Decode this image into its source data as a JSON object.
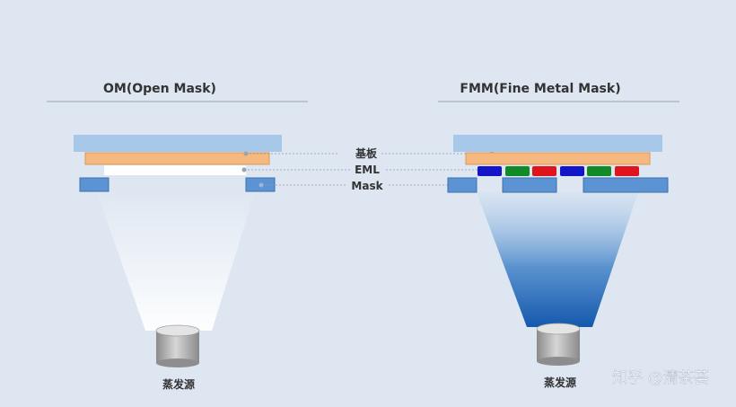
{
  "panels": {
    "om": {
      "title": "OM(Open Mask)",
      "source_label": "蒸发源"
    },
    "fmm": {
      "title": "FMM(Fine Metal Mask)",
      "source_label": "蒸发源"
    }
  },
  "layers": {
    "substrate": "基板",
    "eml": "EML",
    "mask": "Mask"
  },
  "watermark": "知乎 @清茶荟",
  "colors": {
    "background": "#dde6f1",
    "substrate": "#a8c8ea",
    "anode": "#f5b87e",
    "mask": "#5b93d3",
    "pixel_blue": "#1414c8",
    "pixel_green": "#138a28",
    "pixel_red": "#e0141c"
  },
  "fmm_pixel_order": [
    "blue",
    "green",
    "red",
    "blue",
    "green",
    "red"
  ]
}
